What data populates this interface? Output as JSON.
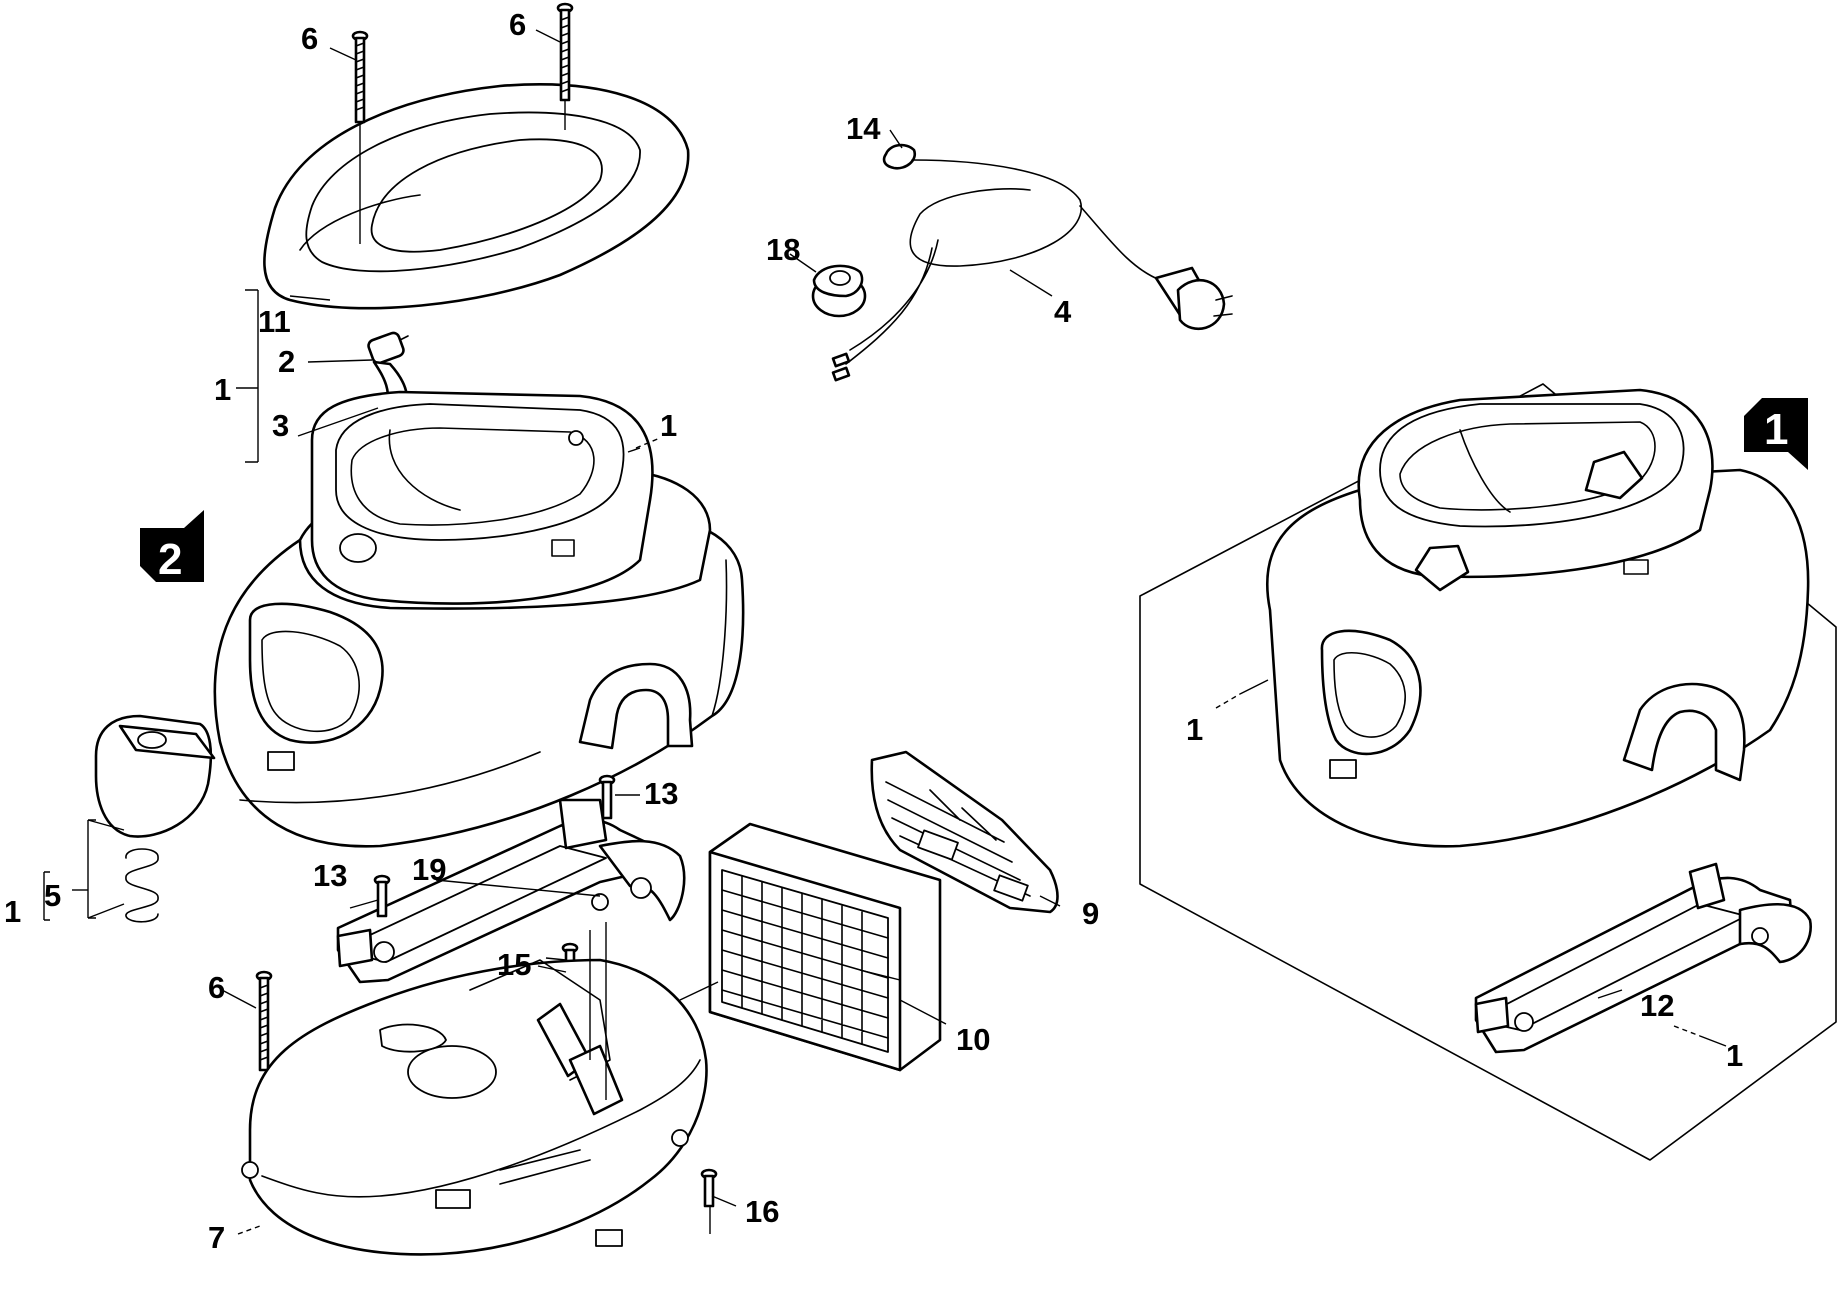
{
  "labels": {
    "l6a": "6",
    "l6b": "6",
    "l14": "14",
    "l18": "18",
    "l4": "4",
    "l11": "11",
    "l2": "2",
    "l1a": "1",
    "l3": "3",
    "l1b": "1",
    "l1c": "1",
    "l13a": "13",
    "l13b": "13",
    "l19": "19",
    "l1d": "1",
    "l5": "5",
    "l9": "9",
    "l15": "15",
    "l6c": "6",
    "l10": "10",
    "l12": "12",
    "l1e": "1",
    "l16": "16",
    "l7": "7"
  },
  "badges": {
    "b1": "1",
    "b2": "2"
  }
}
